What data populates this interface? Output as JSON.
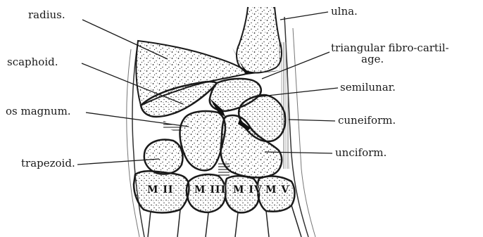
{
  "labels": {
    "radius": "radius.",
    "ulna": "ulna.",
    "tfc_line1": "triangular fibro-cartil-",
    "tfc_line2": "age.",
    "scaphoid": "scaphoid.",
    "semilunar": "semilunar.",
    "os_magnum": "os magnum.",
    "cuneiform": "cuneiform.",
    "unciform": "unciform.",
    "trapezoid": "trapezoid."
  },
  "metacarpals": [
    "M II",
    "M III",
    "M IV",
    "M V"
  ],
  "colors": {
    "ink": "#1a1a1a",
    "paper": "#ffffff"
  }
}
